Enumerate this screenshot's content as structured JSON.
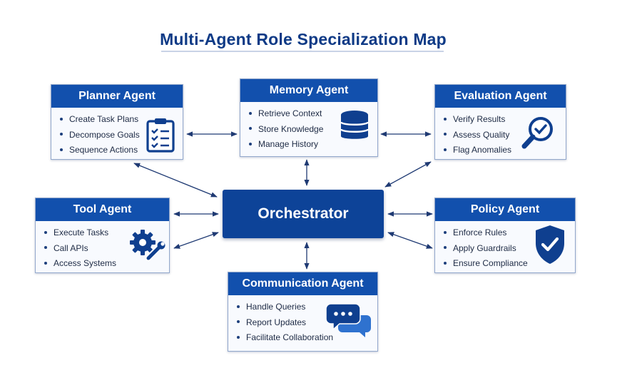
{
  "title": "Multi-Agent Role Specialization Map",
  "center": {
    "label": "Orchestrator"
  },
  "agents": [
    {
      "title": "Planner Agent",
      "items": [
        "Create Task Plans",
        "Decompose Goals",
        "Sequence Actions"
      ],
      "icon": "clipboard-checklist-icon"
    },
    {
      "title": "Memory Agent",
      "items": [
        "Retrieve Context",
        "Store Knowledge",
        "Manage History"
      ],
      "icon": "database-icon"
    },
    {
      "title": "Evaluation Agent",
      "items": [
        "Verify Results",
        "Assess Quality",
        "Flag Anomalies"
      ],
      "icon": "magnifier-check-icon"
    },
    {
      "title": "Tool Agent",
      "items": [
        "Execute Tasks",
        "Call APIs",
        "Access Systems"
      ],
      "icon": "gear-wrench-icon"
    },
    {
      "title": "Policy Agent",
      "items": [
        "Enforce Rules",
        "Apply Guardrails",
        "Ensure Compliance"
      ],
      "icon": "shield-check-icon"
    },
    {
      "title": "Communication Agent",
      "items": [
        "Handle Queries",
        "Report Updates",
        "Facilitate Collaboration"
      ],
      "icon": "chat-bubbles-icon"
    }
  ],
  "colors": {
    "primary": "#1250ad",
    "center": "#0d4398",
    "title": "#0e3a86",
    "arrow": "#1f3a73"
  }
}
